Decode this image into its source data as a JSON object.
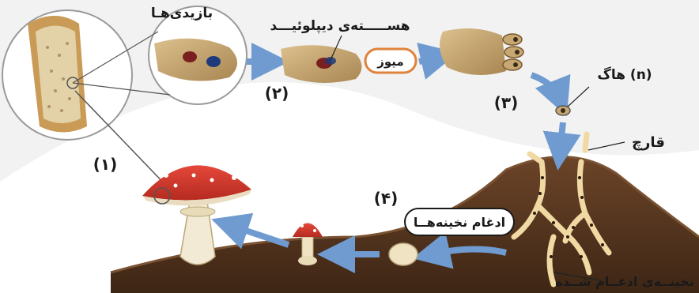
{
  "labels": {
    "basidia": "بازیدی‌هـا",
    "diploid_nucleus": "هســـــته‌ی دیپلوئیـــد",
    "meiosis": "میوز",
    "spore": "هاگ (n)",
    "mushroom": "قارچ",
    "hyphae_fusion": "ادغام نخینه‌هــا",
    "fused_hypha": "نخینــه‌ی ادغــام شــده"
  },
  "stages": {
    "s1": "(۱)",
    "s2": "(۲)",
    "s3": "(۳)",
    "s4": "(۴)"
  },
  "colors": {
    "arrow": "#6f9bd0",
    "soil": "#5a3a22",
    "cap_red": "#d23a2c",
    "hypha": "#f1d9a3",
    "basidium": "#c7a873"
  }
}
